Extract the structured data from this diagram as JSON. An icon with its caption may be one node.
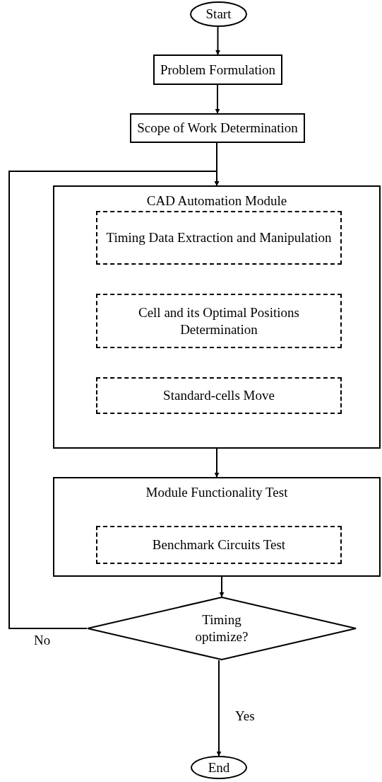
{
  "diagram": {
    "nodes": [
      {
        "text": [
          "Start"
        ]
      },
      {
        "text": [
          "Problem Formulation"
        ]
      },
      {
        "text": [
          "Scope of Work Determination"
        ]
      },
      {
        "text": [
          "CAD Automation Module"
        ]
      },
      {
        "text": [
          "Timing Data Extraction and Manipulation"
        ],
        "in": 3
      },
      {
        "text": [
          "Cell and its Optimal Positions Determination"
        ],
        "in": 3
      },
      {
        "text": [
          "Standard-cells Move"
        ],
        "in": 3
      },
      {
        "text": [
          "Module Functionality Test"
        ]
      },
      {
        "text": [
          "Benchmark Circuits Test"
        ],
        "in": 7
      },
      {
        "text": [
          "Timing optimize?"
        ]
      },
      {
        "text": [
          "End"
        ]
      }
    ],
    "edges": [
      {
        "from": 0,
        "to": 1,
        "arrow": "to"
      },
      {
        "from": 1,
        "to": 2,
        "arrow": "to"
      },
      {
        "from": 2,
        "to": 3,
        "arrow": "to"
      },
      {
        "from": 3,
        "to": 7,
        "arrow": "to"
      },
      {
        "from": 7,
        "to": 9,
        "arrow": "to"
      },
      {
        "from": 9,
        "to": 3,
        "arrow": "to",
        "label": "No"
      },
      {
        "from": 9,
        "to": 10,
        "arrow": "to",
        "label": "Yes"
      }
    ]
  }
}
